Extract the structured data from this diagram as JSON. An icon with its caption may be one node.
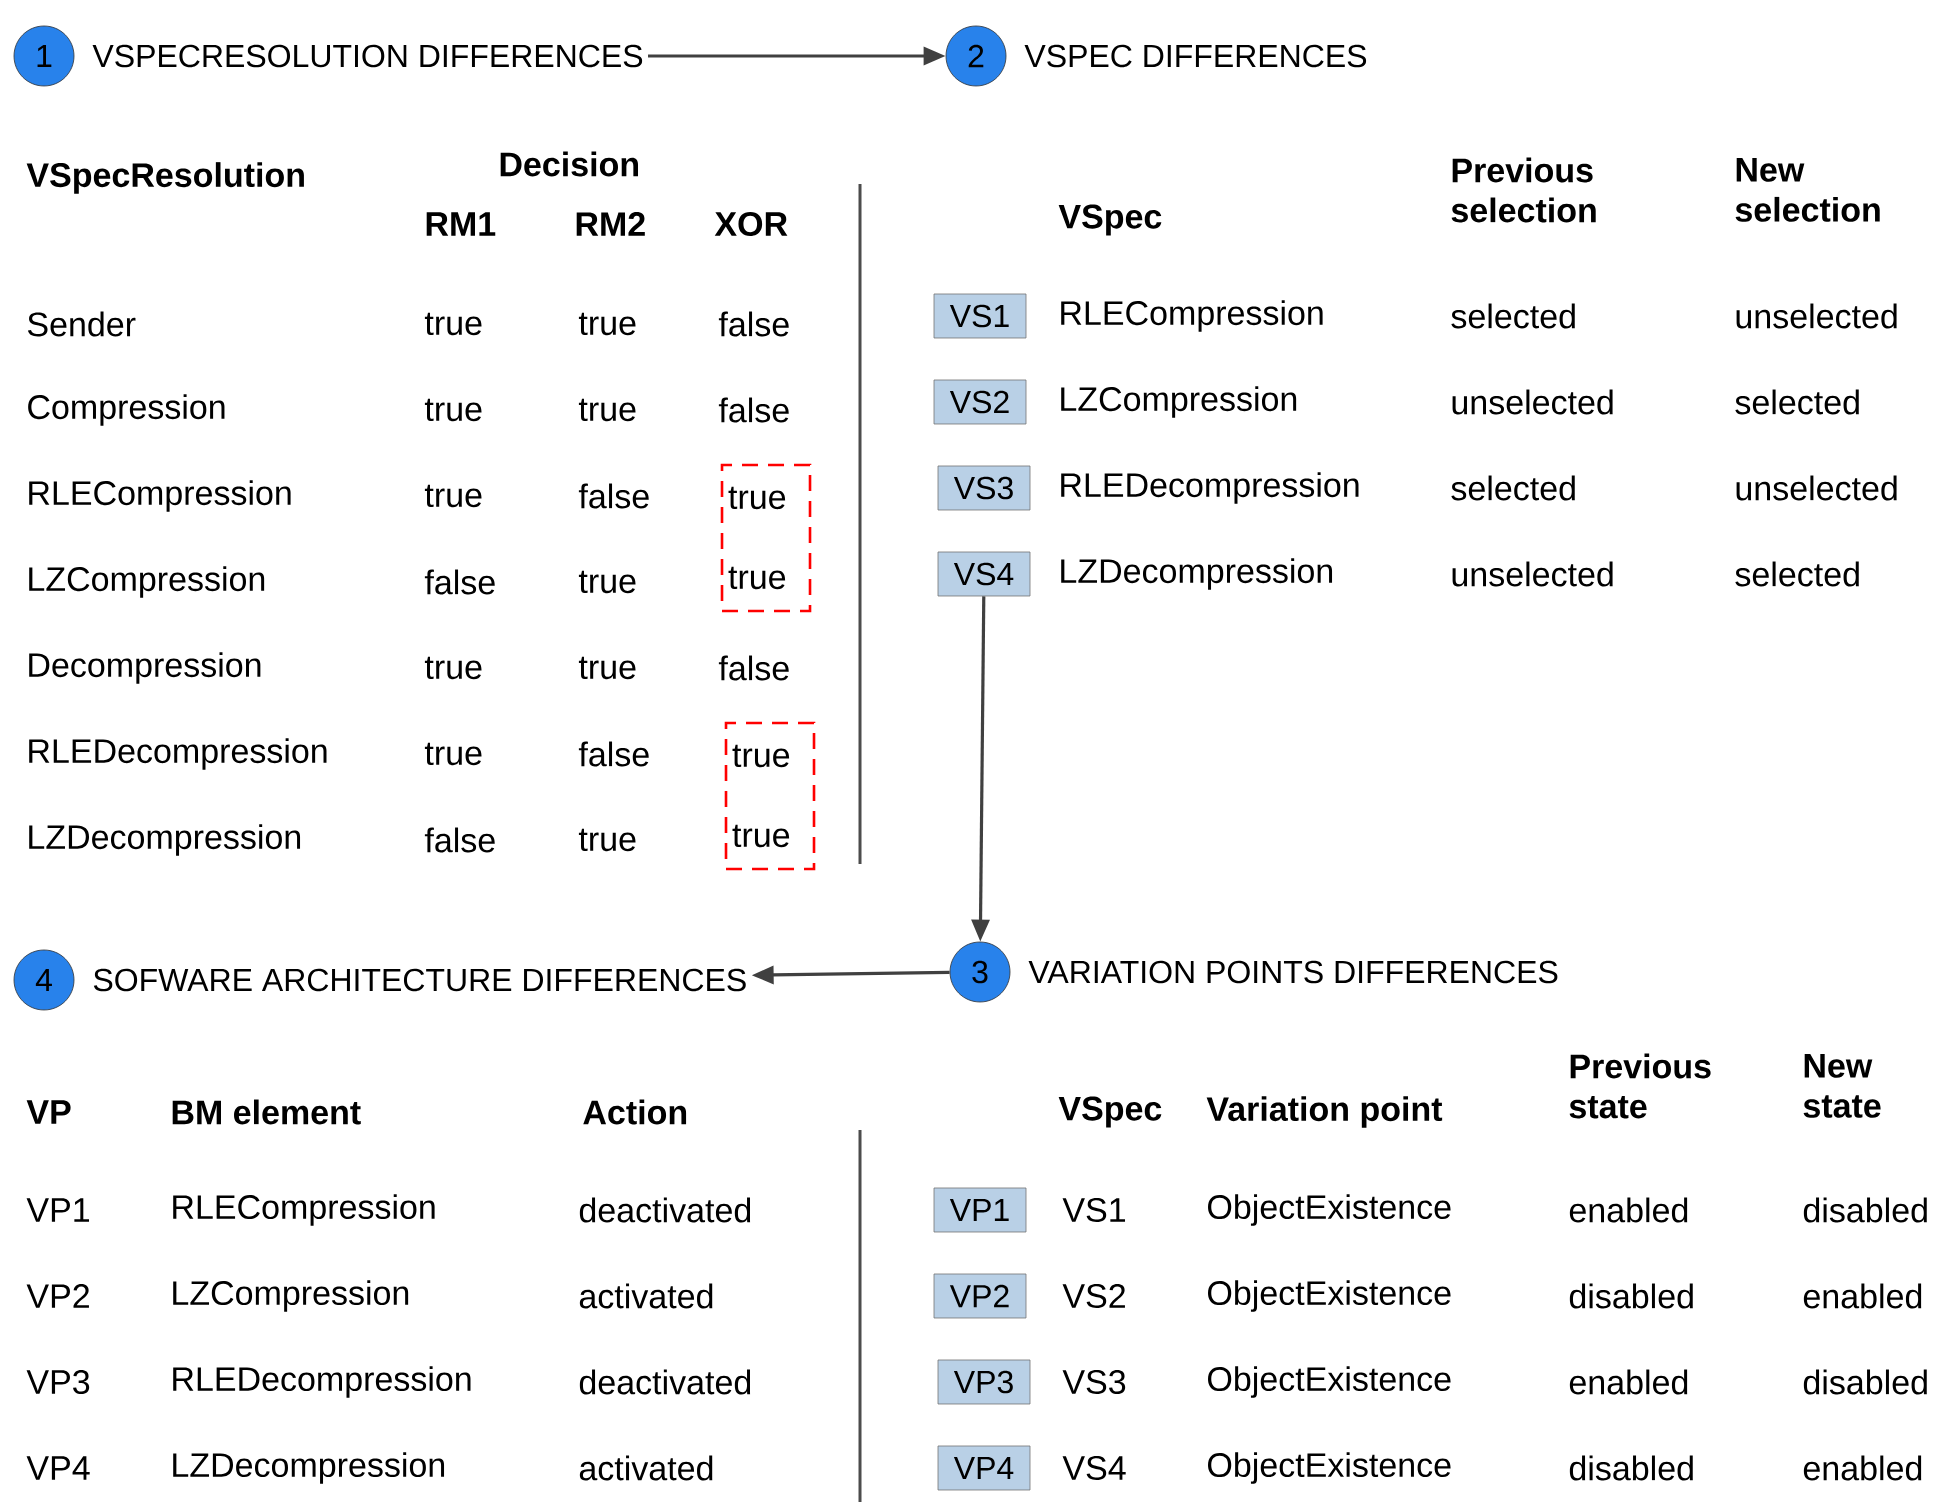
{
  "diagram": {
    "nodes": [
      {
        "text": [
          "1"
        ]
      },
      {
        "text": [
          "VSPECRESOLUTION DIFFERENCES"
        ]
      },
      {
        "text": [
          "2"
        ]
      },
      {
        "text": [
          "VSPEC DIFFERENCES"
        ]
      },
      {
        "text": [
          "VS1"
        ]
      },
      {
        "text": [
          "VS2"
        ]
      },
      {
        "text": [
          "VS3"
        ]
      },
      {
        "text": [
          "VS4"
        ]
      },
      {
        "text": [
          "3"
        ]
      },
      {
        "text": [
          "VARIATION POINTS DIFFERENCES"
        ]
      },
      {
        "text": [
          "4"
        ]
      },
      {
        "text": [
          "SOFWARE ARCHITECTURE DIFFERENCES"
        ]
      },
      {
        "text": [
          "VP1"
        ]
      },
      {
        "text": [
          "VP2"
        ]
      },
      {
        "text": [
          "VP3"
        ]
      },
      {
        "text": [
          "VP4"
        ]
      },
      {
        "text": [
          "true",
          "true"
        ]
      },
      {
        "text": [
          "true",
          "true"
        ]
      }
    ],
    "edges": [
      {
        "from": 1,
        "to": 2,
        "arrow": "to"
      },
      {
        "from": 7,
        "to": 8,
        "arrow": "to"
      },
      {
        "from": 8,
        "to": 11,
        "arrow": "to"
      }
    ],
    "labels": [
      "VSpecResolution",
      "Decision",
      "RM1",
      "RM2",
      "XOR",
      "Sender",
      "true",
      "true",
      "false",
      "Compression",
      "true",
      "true",
      "false",
      "RLECompression",
      "true",
      "false",
      "LZCompression",
      "false",
      "true",
      "Decompression",
      "true",
      "true",
      "false",
      "RLEDecompression",
      "true",
      "false",
      "LZDecompression",
      "false",
      "true",
      "VSpec",
      "Previous selection",
      "New selection",
      "RLECompression",
      "selected",
      "unselected",
      "LZCompression",
      "unselected",
      "selected",
      "RLEDecompression",
      "selected",
      "unselected",
      "LZDecompression",
      "unselected",
      "selected",
      "VP",
      "BM element",
      "Action",
      "VP1",
      "RLECompression",
      "deactivated",
      "VP2",
      "LZCompression",
      "activated",
      "VP3",
      "RLEDecompression",
      "deactivated",
      "VP4",
      "LZDecompression",
      "activated",
      "VSpec",
      "Variation point",
      "Previous state",
      "New state",
      "VS1",
      "ObjectExistence",
      "enabled",
      "disabled",
      "VS2",
      "ObjectExistence",
      "disabled",
      "enabled",
      "VS3",
      "ObjectExistence",
      "enabled",
      "disabled",
      "VS4",
      "ObjectExistence",
      "disabled",
      "enabled"
    ]
  }
}
